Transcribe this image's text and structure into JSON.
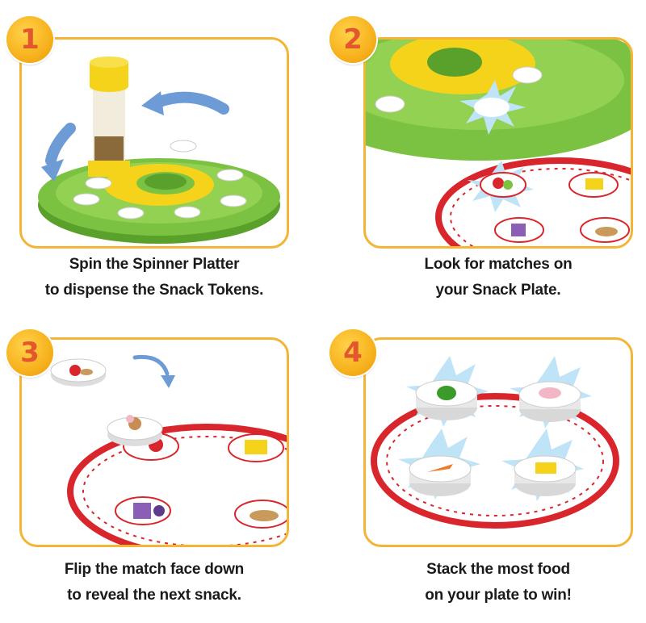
{
  "steps": [
    {
      "number": "1",
      "line1": "Spin the Spinner Platter",
      "line2": "to dispense the Snack Tokens."
    },
    {
      "number": "2",
      "line1": "Look for matches on",
      "line2": "your Snack Plate."
    },
    {
      "number": "3",
      "line1": "Flip the match face down",
      "line2": "to reveal the next snack."
    },
    {
      "number": "4",
      "line1": "Stack the most food",
      "line2": "on your plate to win!"
    }
  ],
  "colors": {
    "panel_border": "#f4b536",
    "badge": "#f7b21d",
    "badge_text": "#e4572e",
    "platter_green": "#7cc242",
    "platter_yellow": "#f5d31b",
    "plate_red": "#d9262c",
    "arrow_blue": "#6d9bd6",
    "burst_blue": "#bfe3f7"
  }
}
